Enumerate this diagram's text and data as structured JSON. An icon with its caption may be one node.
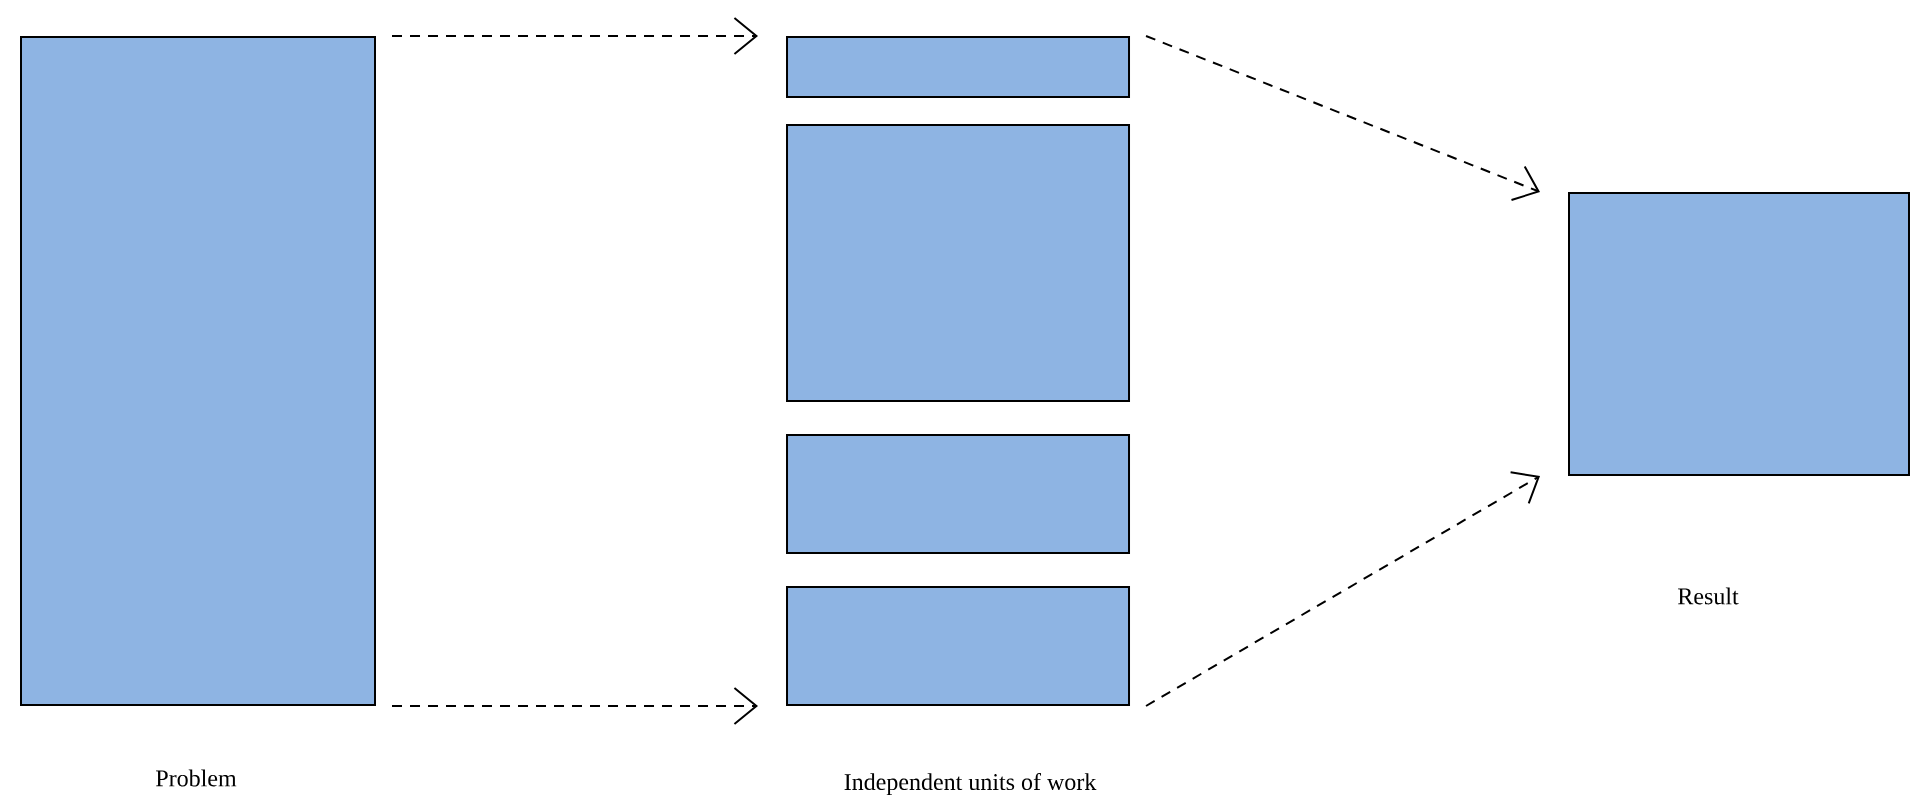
{
  "diagram": {
    "nodes": [
      {
        "text": [
          "Problem"
        ]
      },
      {
        "text": [],
        "shape": "box"
      },
      {
        "text": [],
        "shape": "box"
      },
      {
        "text": [],
        "shape": "box"
      },
      {
        "text": [],
        "shape": "box"
      },
      {
        "text": [
          "Result"
        ]
      }
    ],
    "edges": [
      {
        "from": 0,
        "to": 1,
        "arrow": "to",
        "style": "dashed"
      },
      {
        "from": 0,
        "to": 4,
        "arrow": "to",
        "style": "dashed"
      },
      {
        "from": 1,
        "to": 5,
        "arrow": "to",
        "style": "dashed"
      },
      {
        "from": 4,
        "to": 5,
        "arrow": "to",
        "style": "dashed"
      }
    ],
    "labels": [
      "Independent units of work"
    ]
  }
}
